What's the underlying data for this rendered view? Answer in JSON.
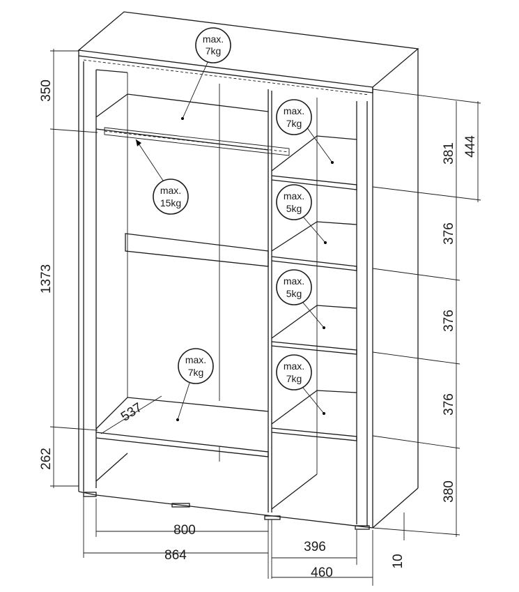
{
  "dimensions": {
    "left": [
      "350",
      "1373",
      "262"
    ],
    "right": [
      "381",
      "444",
      "376",
      "376",
      "376",
      "380"
    ],
    "bottom": [
      "800",
      "864",
      "396",
      "460",
      "10"
    ],
    "depth": "537"
  },
  "loads": {
    "top_shelf": {
      "l1": "max.",
      "l2": "7kg"
    },
    "rail": {
      "l1": "max.",
      "l2": "15kg"
    },
    "bottom_left": {
      "l1": "max.",
      "l2": "7kg"
    },
    "right_1": {
      "l1": "max.",
      "l2": "7kg"
    },
    "right_2": {
      "l1": "max.",
      "l2": "5kg"
    },
    "right_3": {
      "l1": "max.",
      "l2": "5kg"
    },
    "right_4": {
      "l1": "max.",
      "l2": "7kg"
    }
  }
}
